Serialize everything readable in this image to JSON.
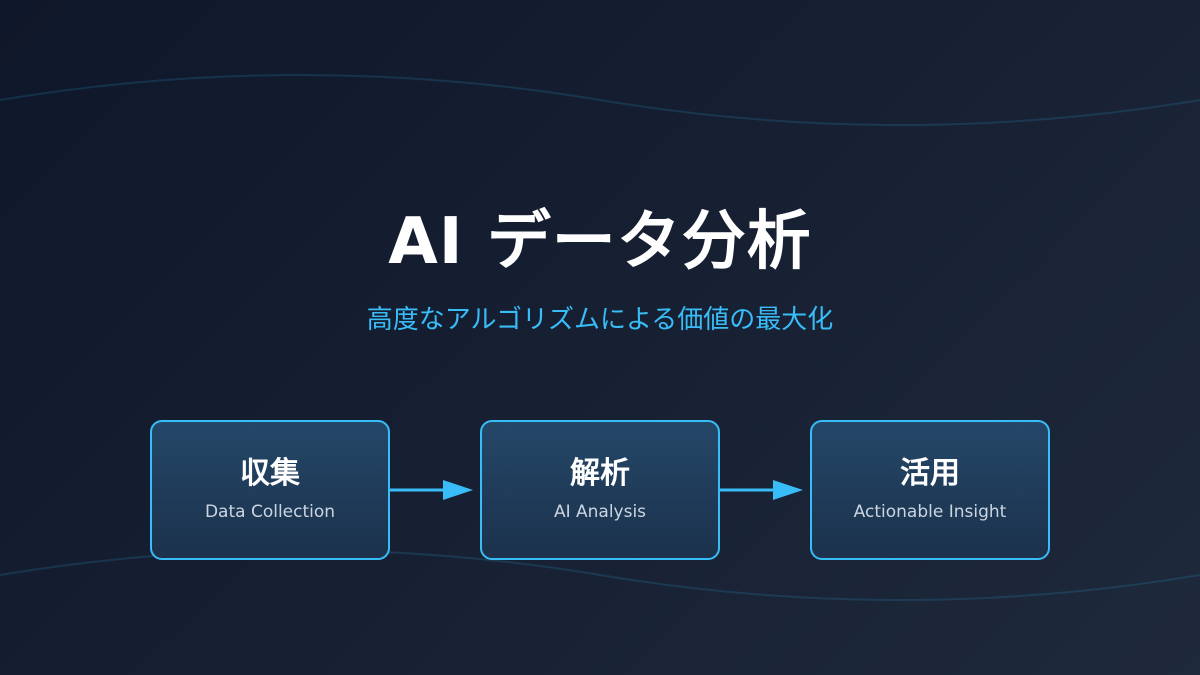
{
  "title": "AI データ分析",
  "subtitle": "高度なアルゴリズムによる価値の最大化",
  "steps": [
    {
      "title": "収集",
      "subtitle": "Data Collection"
    },
    {
      "title": "解析",
      "subtitle": "AI Analysis"
    },
    {
      "title": "活用",
      "subtitle": "Actionable Insight"
    }
  ],
  "colors": {
    "background_start": "#0f172a",
    "background_end": "#1e293b",
    "accent": "#38bdf8",
    "title": "#ffffff",
    "step_subtitle": "#cbd5e1"
  }
}
